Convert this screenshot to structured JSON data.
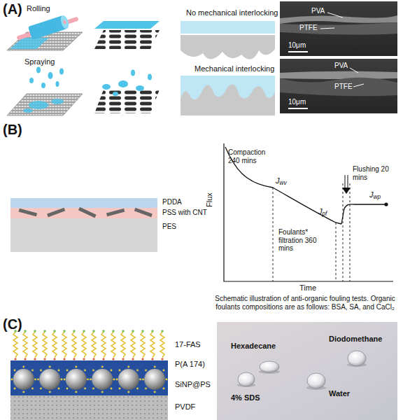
{
  "diagram": {
    "labels": [
      "(A)",
      "Rolling",
      "Spraying",
      "No mechanical interlocking",
      "Mechanical interlocking",
      "PVA",
      "PTFE",
      "10μm",
      "PVA",
      "PTFE",
      "10μm",
      "(B)",
      "PDDA",
      "PSS with CNT",
      "PES",
      "Compaction 240 mins",
      "Jwv",
      "Foulants* filtration 360 mins",
      "Flushing 20 mins",
      "Jpf",
      "Jwp",
      "Flux",
      "Time",
      "Schematic illustration of anti-organic fouling tests. Organic foulants compositions are as follows: BSA, SA, and CaCl₂",
      "(C)",
      "17-FAS",
      "P(A 174)",
      "SiNP@PS",
      "PVDF",
      "Hexadecane",
      "Diodomethane",
      "4% SDS",
      "Water"
    ]
  }
}
